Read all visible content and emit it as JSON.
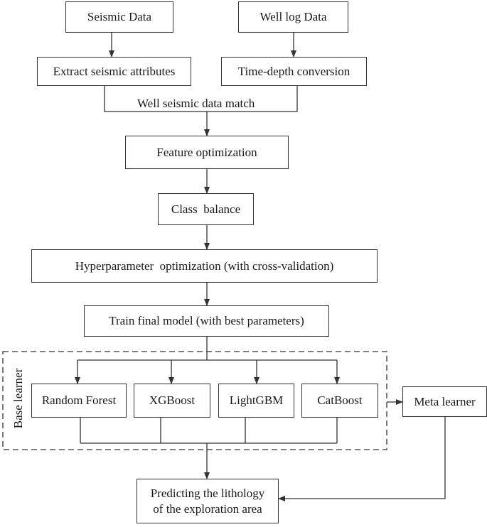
{
  "nodes": {
    "seismic_data": "Seismic Data",
    "well_log_data": "Well log Data",
    "extract_attributes": "Extract seismic attributes",
    "time_depth": "Time-depth conversion",
    "well_seismic_match": "Well seismic data match",
    "feature_optimization": "Feature optimization",
    "class_balance": "Class  balance",
    "hyperparameter_optimization": "Hyperparameter  optimization (with cross-validation)",
    "train_final_model": "Train final model (with best parameters)",
    "random_forest": "Random Forest",
    "xgboost": "XGBoost",
    "lightgbm": "LightGBM",
    "catboost": "CatBoost",
    "meta_learner": "Meta learner",
    "predict_line1": "Predicting the lithology",
    "predict_line2": "of the exploration area"
  },
  "groups": {
    "base_learner": "Base learner"
  }
}
